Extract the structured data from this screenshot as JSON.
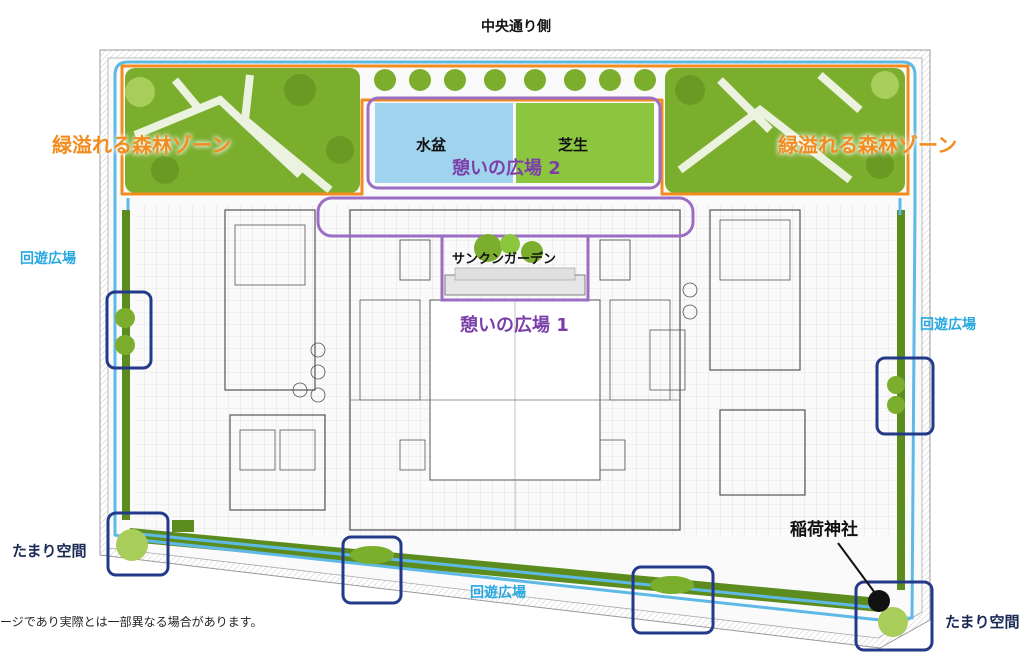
{
  "top_label": "中央通り側",
  "zones": {
    "forest_left": "緑溢れる森林ゾーン",
    "forest_right": "緑溢れる森林ゾーン",
    "plaza2": "憩いの広場 2",
    "plaza1": "憩いの広場 1",
    "water": "水盆",
    "lawn": "芝生",
    "sunken": "サンクンガーデン"
  },
  "promenade_labels": [
    "回遊広場",
    "回遊広場",
    "回遊広場"
  ],
  "pocket_labels": [
    "たまり空間",
    "たまり空間"
  ],
  "shrine": "稲荷神社",
  "disclaimer": "ージであり実際とは一部異なる場合があります。",
  "colors": {
    "forest": "#f28c1e",
    "promenade": "#27a8e0",
    "plaza": "#7b3fa8",
    "pocket": "#233a8a",
    "water": "#9fd3ee",
    "lawn": "#8cc63f",
    "tree": "#7cae2e"
  }
}
